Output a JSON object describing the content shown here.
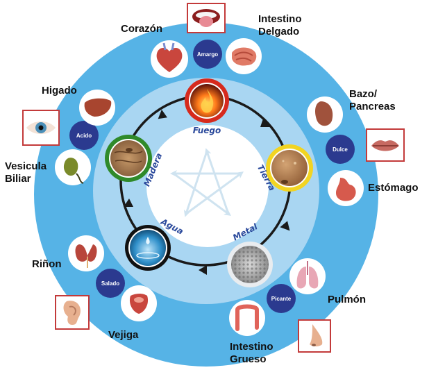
{
  "elements": [
    {
      "key": "fuego",
      "name": "Fuego",
      "ring_color": "#d62a1d"
    },
    {
      "key": "tierra",
      "name": "Tierra",
      "ring_color": "#f2d422"
    },
    {
      "key": "metal",
      "name": "Metal",
      "ring_color": "#e9ecef"
    },
    {
      "key": "agua",
      "name": "Agua",
      "ring_color": "#111111"
    },
    {
      "key": "madera",
      "name": "Madera",
      "ring_color": "#2f8a2a"
    }
  ],
  "tastes": {
    "fuego": "Amargo",
    "tierra": "Dulce",
    "metal": "Picante",
    "agua": "Salado",
    "madera": "Acido"
  },
  "organs": {
    "corazon": "Corazón",
    "intestino_delgado": "Intestino\nDelgado",
    "bazo": "Bazo/\nPancreas",
    "estomago": "Estómago",
    "pulmon": "Pulmón",
    "intestino_grueso": "Intestino\nGrueso",
    "vejiga": "Vejiga",
    "rinon": "Riñon",
    "higado": "Higado",
    "vesicula": "Vesicula\nBiliar"
  },
  "sense_icons": {
    "fuego": "tongue-icon",
    "tierra": "lips-icon",
    "metal": "nose-icon",
    "agua": "ear-icon",
    "madera": "eye-icon"
  },
  "colors": {
    "outer_ring": "#56b3e6",
    "middle_ring": "#a9d6f2",
    "inner_disk": "#ffffff",
    "cycle_line": "#1a1a1a",
    "taste_badge": "#2b3a8f",
    "element_label": "#2b4a9c",
    "star": "#cfe3f0"
  }
}
